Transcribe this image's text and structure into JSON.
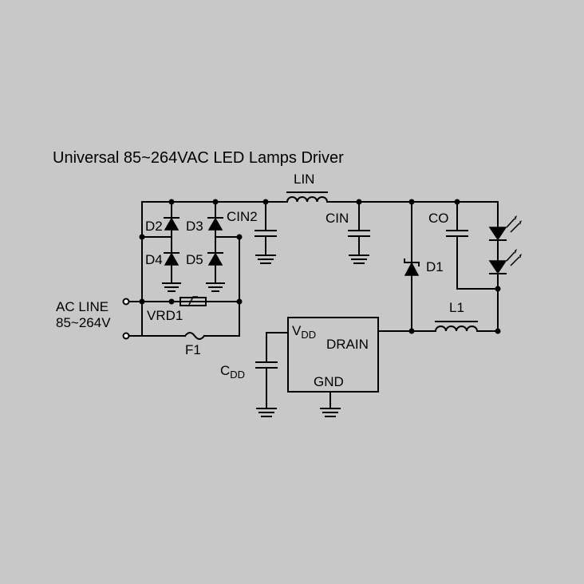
{
  "title": "Universal 85~264VAC LED Lamps Driver",
  "labels": {
    "LIN": "LIN",
    "CIN2": "CIN2",
    "CIN": "CIN",
    "CO": "CO",
    "D1": "D1",
    "D2": "D2",
    "D3": "D3",
    "D4": "D4",
    "D5": "D5",
    "L1": "L1",
    "VRD1": "VRD1",
    "F1": "F1",
    "ac_line": "AC LINE",
    "ac_range": "85~264V",
    "cdd_main": "C",
    "cdd_sub": "DD",
    "vdd_main": "V",
    "vdd_sub": "DD",
    "drain": "DRAIN",
    "gnd": "GND"
  },
  "colors": {
    "background": "#c8c8c8",
    "ink": "#000000"
  }
}
